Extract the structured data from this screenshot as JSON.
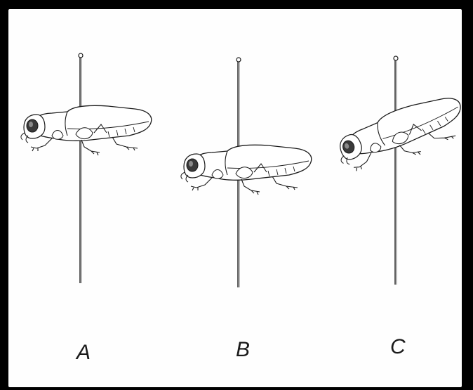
{
  "panels": [
    {
      "label": "A"
    },
    {
      "label": "B"
    },
    {
      "label": "C"
    }
  ],
  "colors": {
    "frame": "#000000",
    "paper": "#fefefe",
    "ink": "#1a1a1a"
  }
}
